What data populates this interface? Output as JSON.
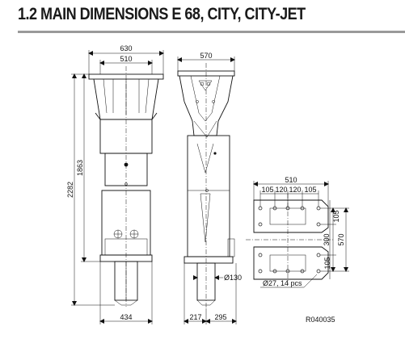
{
  "title": "1.2 MAIN DIMENSIONS E 68, CITY, CITY-JET",
  "front_view": {
    "width_top": "630",
    "width_inner": "510",
    "height_total": "2282",
    "height_upper": "1863",
    "width_bottom": "434"
  },
  "side_view": {
    "width_top": "570",
    "diameter_tool": "Ø130",
    "width_left": "217",
    "width_right": "295"
  },
  "plate_view": {
    "width": "510",
    "spacing_1": "105",
    "spacing_2": "120",
    "spacing_3": "120",
    "spacing_4": "105",
    "right_top": "105",
    "right_mid": "300",
    "right_bottom": "105",
    "height": "570",
    "holes": "Ø27, 14 pcs"
  },
  "drawing_id": "R040035"
}
